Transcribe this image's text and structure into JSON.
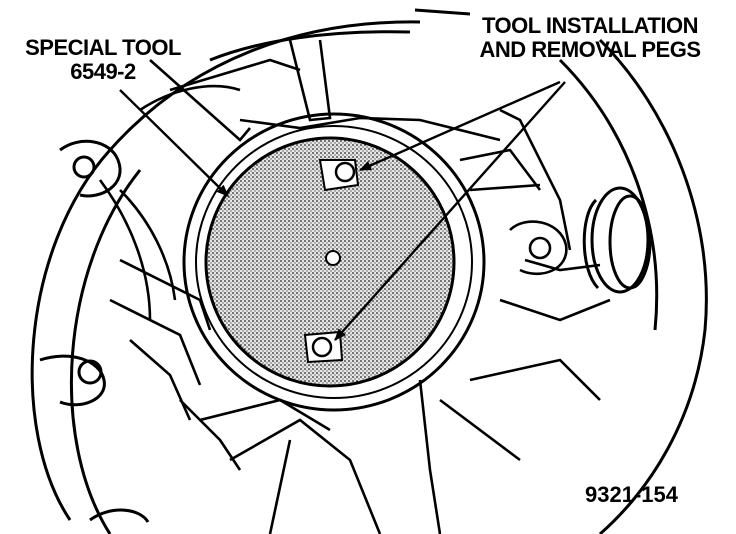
{
  "labels": {
    "special_tool_line1": "SPECIAL TOOL",
    "special_tool_line2": "6549-2",
    "pegs_line1": "TOOL INSTALLATION",
    "pegs_line2": "AND REMOVAL PEGS"
  },
  "figure_number": "9321-154",
  "colors": {
    "ink": "#000000",
    "tool_fill": "#bdbdbd",
    "paper": "#ffffff"
  }
}
